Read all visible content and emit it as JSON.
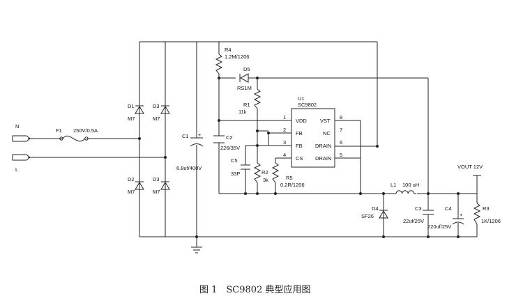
{
  "caption": "图 1　SC9802 典型应用图",
  "inputs": {
    "n": "N",
    "l": "L"
  },
  "fuse": {
    "ref": "F1",
    "value": "250V/0.5A"
  },
  "bridge": [
    {
      "ref": "D1",
      "value": "M7"
    },
    {
      "ref": "D3",
      "value": "M7"
    },
    {
      "ref": "D2",
      "value": "M7"
    },
    {
      "ref": "D3",
      "value": "M7"
    }
  ],
  "c1": {
    "ref": "C1",
    "value": "6.8uf/400V"
  },
  "r4": {
    "ref": "R4",
    "value": "1.2M/1206"
  },
  "d5": {
    "ref": "D5",
    "value": "RS1M"
  },
  "r1": {
    "ref": "R1",
    "value": "11k"
  },
  "c2": {
    "ref": "C2",
    "value": "226/35V"
  },
  "c5": {
    "ref": "C5",
    "value": "33P"
  },
  "r2": {
    "ref": "R2",
    "value": "3k"
  },
  "r5": {
    "ref": "R5",
    "value": "0.2R/1206"
  },
  "ic": {
    "ref": "U1",
    "part": "SC9802",
    "pins_left": [
      {
        "num": "1",
        "name": "VDD"
      },
      {
        "num": "2",
        "name": "FB"
      },
      {
        "num": "3",
        "name": "FB"
      },
      {
        "num": "4",
        "name": "CS"
      }
    ],
    "pins_right": [
      {
        "num": "8",
        "name": "VST"
      },
      {
        "num": "7",
        "name": "NC"
      },
      {
        "num": "6",
        "name": "DRAIN"
      },
      {
        "num": "5",
        "name": "DRAIN"
      }
    ]
  },
  "l1": {
    "ref": "L1",
    "value": "100 uH"
  },
  "d4": {
    "ref": "D4",
    "value": "SF26"
  },
  "c3": {
    "ref": "C3",
    "value": "22uf/25V"
  },
  "c4": {
    "ref": "C4",
    "value": "220uf/25V"
  },
  "r3": {
    "ref": "R3",
    "value": "1K/1206"
  },
  "vout": "VOUT 12V",
  "polarity_mark": "+"
}
